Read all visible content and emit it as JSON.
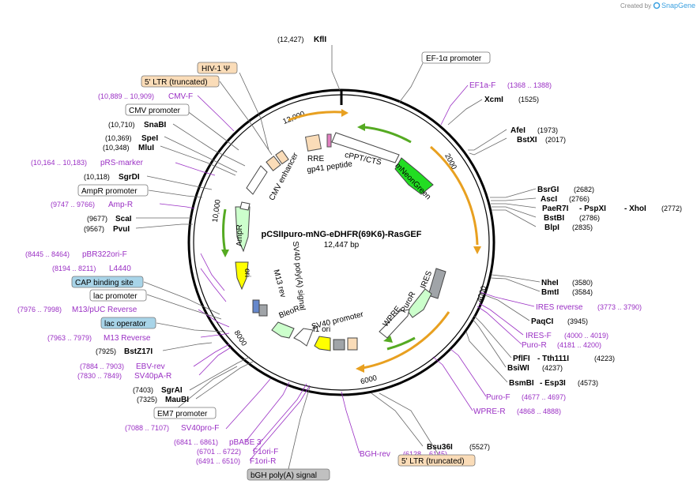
{
  "credit": {
    "prefix": "Created by",
    "brand": "SnapGene"
  },
  "plasmid": {
    "name": "pCSIIpuro-mNG-eDHFR(69K6)-RasGEF",
    "length": "12,447 bp"
  },
  "ticks": [
    "2000",
    "4000",
    "6000",
    "8000",
    "10,000",
    "12,000"
  ],
  "enzymes": [
    {
      "name": "KflI",
      "pos": "(12,427)"
    },
    {
      "name": "XcmI",
      "pos": "(1525)"
    },
    {
      "name": "AfeI",
      "pos": "(1973)"
    },
    {
      "name": "BstXI",
      "pos": "(2017)"
    },
    {
      "name": "BsrGI",
      "pos": "(2682)"
    },
    {
      "name": "AscI",
      "pos": "(2766)"
    },
    {
      "name": "PaeR7I",
      "sep1": "- PspXI",
      "sep2": "- XhoI",
      "pos": "(2772)"
    },
    {
      "name": "BstBI",
      "pos": "(2786)"
    },
    {
      "name": "BlpI",
      "pos": "(2835)"
    },
    {
      "name": "NheI",
      "pos": "(3580)"
    },
    {
      "name": "BmtI",
      "pos": "(3584)"
    },
    {
      "name": "PaqCI",
      "pos": "(3945)"
    },
    {
      "name": "PflFI",
      "sep1": "- Tth111I",
      "pos": "(4223)"
    },
    {
      "name": "BsiWI",
      "pos": "(4237)"
    },
    {
      "name": "BsmBI",
      "sep1": "- Esp3I",
      "pos": "(4573)"
    },
    {
      "name": "Bsu36I",
      "pos": "(5527)"
    },
    {
      "name": "SnaBI",
      "pos": "(10,710)"
    },
    {
      "name": "SpeI",
      "pos": "(10,369)"
    },
    {
      "name": "MluI",
      "pos": "(10,348)"
    },
    {
      "name": "SgrDI",
      "pos": "(10,118)"
    },
    {
      "name": "ScaI",
      "pos": "(9677)"
    },
    {
      "name": "PvuI",
      "pos": "(9567)"
    },
    {
      "name": "BstZ17I",
      "pos": "(7925)"
    },
    {
      "name": "SgrAI",
      "pos": "(7403)"
    },
    {
      "name": "MauBI",
      "pos": "(7325)"
    }
  ],
  "primers": [
    {
      "name": "EF1a-F",
      "pos": "(1368 .. 1388)"
    },
    {
      "name": "IRES reverse",
      "pos": "(3773 .. 3790)"
    },
    {
      "name": "IRES-F",
      "pos": "(4000 .. 4019)"
    },
    {
      "name": "Puro-R",
      "pos": "(4181 .. 4200)"
    },
    {
      "name": "Puro-F",
      "pos": "(4677 .. 4697)"
    },
    {
      "name": "WPRE-R",
      "pos": "(4868 .. 4888)"
    },
    {
      "name": "BGH-rev",
      "pos": "(6128 .. 6145)"
    },
    {
      "name": "F1ori-R",
      "pos": "(6491 .. 6510)"
    },
    {
      "name": "F1ori-F",
      "pos": "(6701 .. 6722)"
    },
    {
      "name": "pBABE 3'",
      "pos": "(6841 .. 6861)"
    },
    {
      "name": "SV40pro-F",
      "pos": "(7088 .. 7107)"
    },
    {
      "name": "SV40pA-R",
      "pos": "(7830 .. 7849)"
    },
    {
      "name": "EBV-rev",
      "pos": "(7884 .. 7903)"
    },
    {
      "name": "M13 Reverse",
      "pos": "(7963 .. 7979)"
    },
    {
      "name": "M13/pUC Reverse",
      "pos": "(7976 .. 7998)"
    },
    {
      "name": "L4440",
      "pos": "(8194 .. 8211)"
    },
    {
      "name": "pBR322ori-F",
      "pos": "(8445 .. 8464)"
    },
    {
      "name": "Amp-R",
      "pos": "(9747 .. 9766)"
    },
    {
      "name": "pRS-marker",
      "pos": "(10,164 .. 10,183)"
    },
    {
      "name": "CMV-F",
      "pos": "(10,889 .. 10,909)"
    }
  ],
  "boxes": [
    {
      "name": "EF-1α promoter"
    },
    {
      "name": "HIV-1 Ψ"
    },
    {
      "name": "5' LTR (truncated)"
    },
    {
      "name": "CMV promoter"
    },
    {
      "name": "AmpR promoter"
    },
    {
      "name": "CAP binding site"
    },
    {
      "name": "lac promoter"
    },
    {
      "name": "lac operator"
    },
    {
      "name": "EM7 promoter"
    },
    {
      "name": "bGH poly(A) signal"
    },
    {
      "name": "5' LTR (truncated)"
    }
  ],
  "features": {
    "rre": "RRE",
    "gp41": "gp41 peptide",
    "cppt": "cPPT/CTS",
    "mneon": "mNeonGreen",
    "ires": "IRES",
    "puror": "PuroR",
    "wpre": "WPRE",
    "sv40": "SV40 promoter",
    "f1ori": "f1 ori",
    "bleor": "BleoR",
    "m13rev": "M13 rev",
    "sv40pa": "SV40 poly(A) signal",
    "ori": "ori",
    "ampr": "AmpR",
    "cmvenh": "CMV enhancer"
  },
  "colors": {
    "primer": "#9a2fc4",
    "mneon": "#22dd22",
    "puror": "#ccffcc",
    "ires": "#a0a4a8",
    "ori": "#ffff00",
    "orange_arrow": "#e8a020",
    "green_arrow": "#55aa22",
    "ltr_fill": "#fadcb8",
    "cap_fill": "#a8d4e8",
    "bgh_fill": "#c0c0c0"
  }
}
